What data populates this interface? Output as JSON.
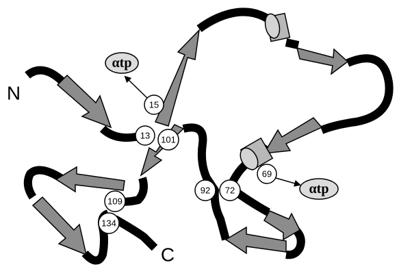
{
  "termini": {
    "n": "N",
    "c": "C"
  },
  "residues": [
    "15",
    "13",
    "101",
    "109",
    "134",
    "92",
    "72",
    "69"
  ],
  "ligand_labels": [
    "αtp",
    "αtp"
  ],
  "colors": {
    "chain": "#000000",
    "strand": "#8c8c8c",
    "helix": "#b8b8b8",
    "ligand": "#dcdcdc"
  }
}
